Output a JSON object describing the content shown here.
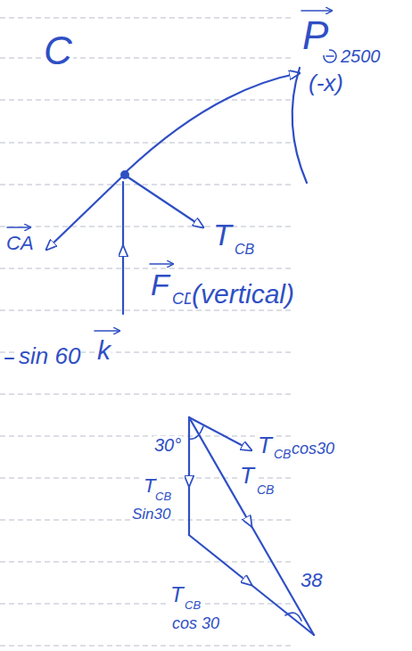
{
  "diagram": {
    "labels": [
      "C",
      "P",
      "2500",
      "(-x)",
      "CA",
      "T",
      "CB",
      "F",
      "CD",
      "(vertical)",
      "sin 60",
      "k",
      "T",
      "CB",
      "cos30",
      "30°",
      "T",
      "CB",
      "T",
      "CB",
      "Sin30",
      "38",
      "T",
      "CB",
      "cos 30"
    ]
  }
}
